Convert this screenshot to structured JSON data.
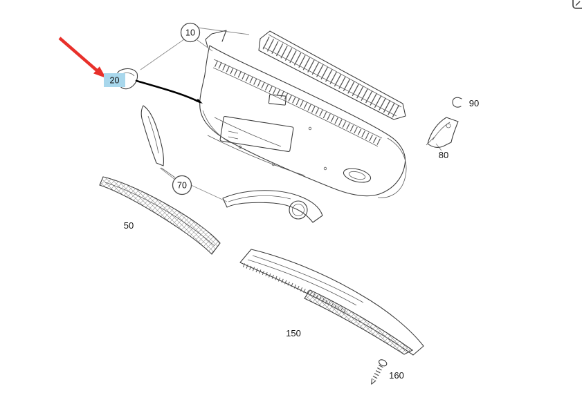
{
  "diagram": {
    "kind": "exploded-parts-diagram",
    "callouts": {
      "c10": {
        "label": "10",
        "style": "circled"
      },
      "c20": {
        "label": "20",
        "style": "highlighted-selected"
      },
      "c50": {
        "label": "50",
        "style": "plain"
      },
      "c70": {
        "label": "70",
        "style": "circled"
      },
      "c80": {
        "label": "80",
        "style": "plain"
      },
      "c90": {
        "label": "90",
        "style": "plain"
      },
      "c150": {
        "label": "150",
        "style": "plain"
      },
      "c160": {
        "label": "160",
        "style": "plain"
      }
    },
    "colors": {
      "background": "#ffffff",
      "line": "#3d3d3d",
      "highlight_fill": "#a8d7ec",
      "arrow_red": "#e8302a",
      "label_text": "#111111"
    },
    "icons": {
      "corner": "cropped-window-icon"
    }
  }
}
